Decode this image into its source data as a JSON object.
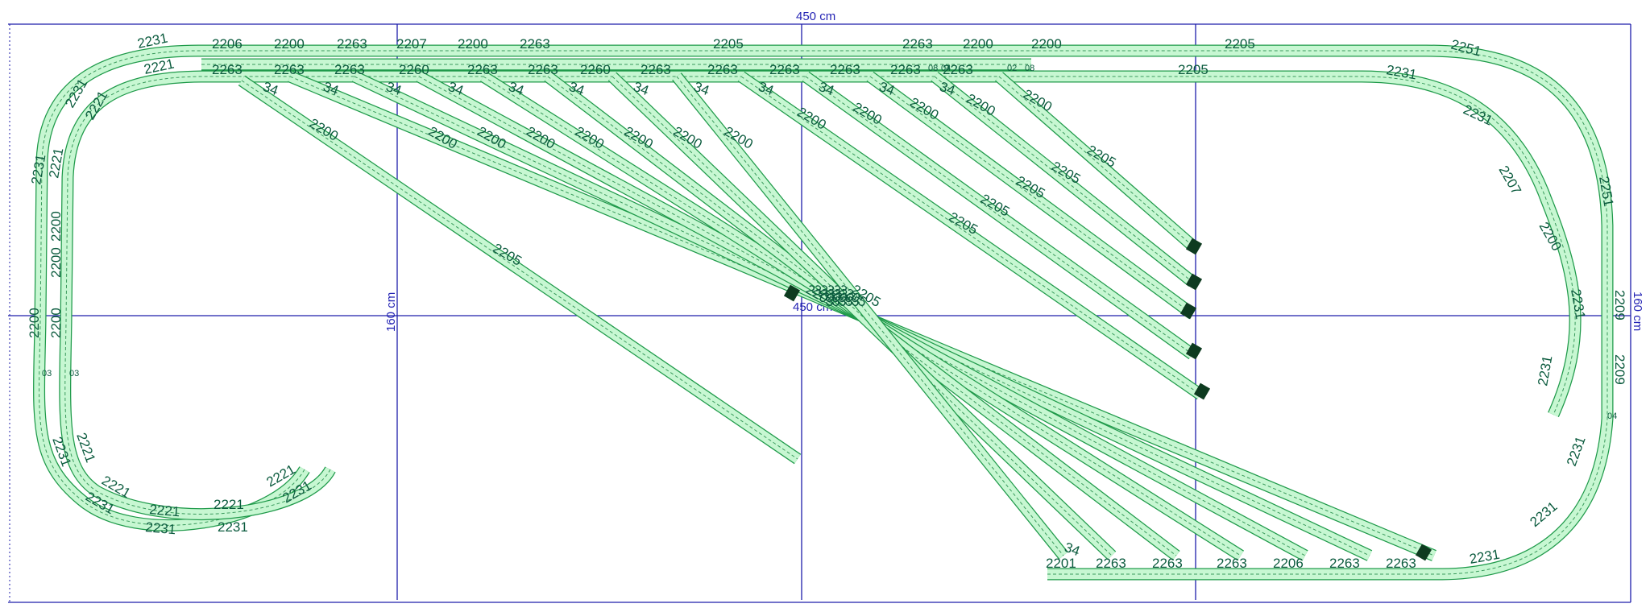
{
  "dimensions": {
    "width_label": "450 cm",
    "height_label": "160 cm",
    "center_label": "450 cm"
  },
  "track_labels": {
    "top_row": [
      "2231",
      "2206",
      "2200",
      "2263",
      "2207",
      "2200",
      "2263",
      "2205",
      "2263",
      "2200",
      "2200",
      "2205",
      "2251"
    ],
    "second_row": [
      "2221",
      "2263",
      "2263",
      "2263",
      "2260",
      "2263",
      "2263",
      "2260",
      "2263",
      "2263",
      "2263",
      "2263",
      "2263",
      "2263",
      "2205",
      "2231"
    ],
    "turnout_numbers": [
      "34",
      "34",
      "34",
      "34",
      "34",
      "34",
      "34",
      "34",
      "34",
      "34",
      "34",
      "34"
    ],
    "small_codes": [
      "08",
      "04",
      "02",
      "08",
      "03",
      "03",
      "04"
    ],
    "left_side": [
      "2231",
      "2221",
      "2231",
      "2221",
      "2200",
      "2200",
      "2200",
      "2200",
      "2221",
      "2231"
    ],
    "bottom_left": [
      "2221",
      "2231",
      "2221",
      "2231",
      "2221",
      "2231",
      "2221",
      "2231"
    ],
    "right_side": [
      "2231",
      "2207",
      "2200",
      "2251",
      "2231",
      "2209",
      "2209",
      "2231",
      "2231",
      "2231",
      "2231"
    ],
    "diagonal": [
      "2200",
      "2205",
      "2201"
    ],
    "bottom_row": [
      "2201",
      "2263",
      "2263",
      "2263",
      "2206",
      "2263",
      "2263",
      "34"
    ]
  }
}
